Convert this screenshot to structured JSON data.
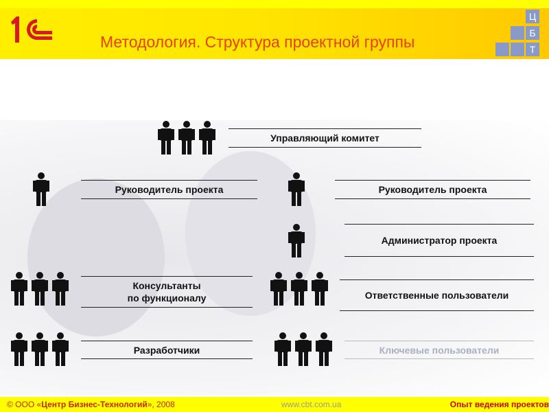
{
  "header": {
    "title": "Методология. Структура проектной группы",
    "logo": "1С",
    "cbt_letters": [
      "Ц",
      "Б",
      "Т"
    ]
  },
  "roles": [
    {
      "label": "Управляющий комитет",
      "people": 3
    },
    {
      "label": "Руководитель проекта",
      "people": 1
    },
    {
      "label": "Руководитель проекта",
      "people": 1
    },
    {
      "label": "Администратор проекта",
      "people": 1
    },
    {
      "label_line1": "Консультанты",
      "label_line2": "по функционалу",
      "people": 3
    },
    {
      "label": "Ответственные пользователи",
      "people": 3
    },
    {
      "label": "Разработчики",
      "people": 3
    },
    {
      "label": "Ключевые пользователи",
      "people": 3
    }
  ],
  "footer": {
    "copyright_prefix": "© ООО «",
    "company": "Центр Бизнес-Технологий",
    "copyright_suffix": "», 2008",
    "website": "www.cbt.com.ua",
    "tagline": "Опыт ведения проектов"
  },
  "colors": {
    "title": "#e8400a",
    "footer_bg": "#ffff00",
    "header_bg": "#ffe600"
  }
}
